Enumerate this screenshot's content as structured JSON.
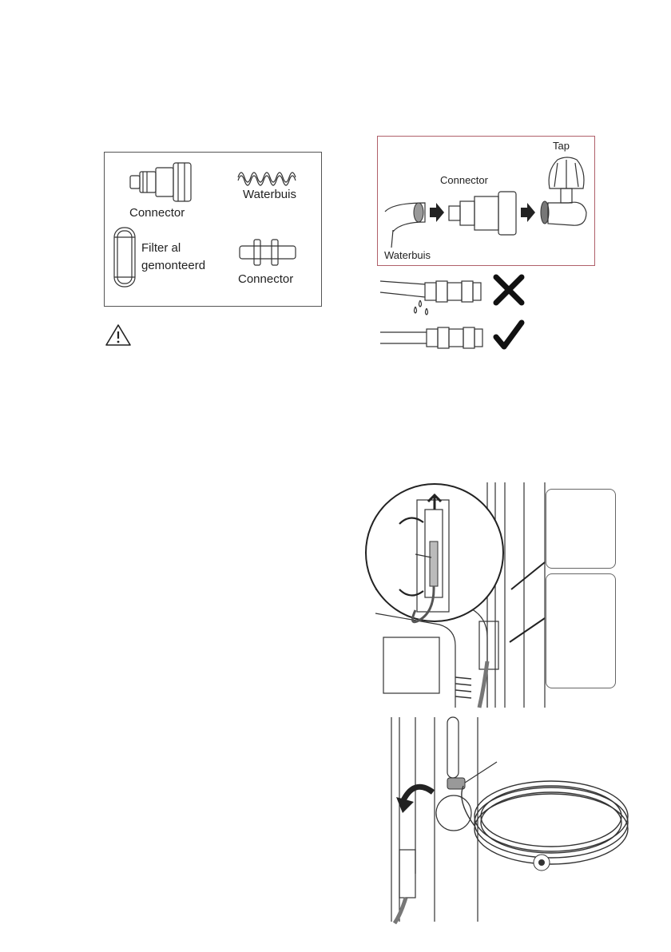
{
  "parts_box": {
    "connector_threaded_label": "Connector",
    "tube_label": "Waterbuis",
    "filter_label_line1": "Filter al",
    "filter_label_line2": "gemonteerd",
    "connector_straight_label": "Connector"
  },
  "tap_diagram": {
    "tap_label": "Tap",
    "connector_label": "Connector",
    "tube_label": "Waterbuis",
    "frame_color": "#b0606a"
  },
  "icons": {
    "warning": "warning-icon",
    "wrong": "cross-icon",
    "correct": "check-icon"
  }
}
